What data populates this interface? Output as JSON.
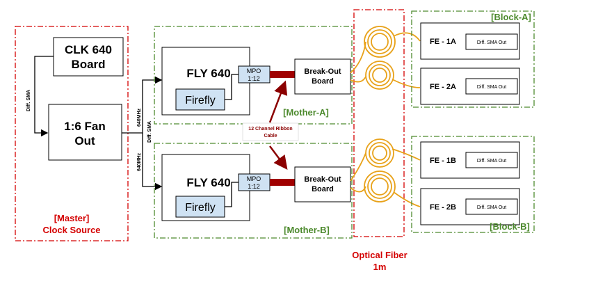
{
  "master": {
    "tag": "[Master]",
    "subtitle": "Clock Source"
  },
  "clk_board": {
    "line1": "CLK 640",
    "line2": "Board"
  },
  "fanout": {
    "line1": "1:6 Fan",
    "line2": "Out"
  },
  "labels": {
    "diff_sma": "Diff. SMA",
    "diff_sma_2": "Diff. SMA",
    "freq_top": "640MHz",
    "freq_bottom": "640MHz",
    "ribbon_line1": "12 Channel Ribbon",
    "ribbon_line2": "Cable",
    "fiber_line1": "Optical Fiber",
    "fiber_line2": "1m"
  },
  "mother_a": {
    "tag": "[Mother-A]",
    "fly": "FLY 640",
    "firefly": "Firefly",
    "mpo1": "MPO",
    "mpo2": "1:12",
    "bo1": "Break-Out",
    "bo2": "Board"
  },
  "mother_b": {
    "tag": "[Mother-B]",
    "fly": "FLY 640",
    "firefly": "Firefly",
    "mpo1": "MPO",
    "mpo2": "1:12",
    "bo1": "Break-Out",
    "bo2": "Board"
  },
  "block_a": {
    "tag": "[Block-A]",
    "fe1": "FE - 1A",
    "fe2": "FE - 2A",
    "sma1": "Diff. SMA Out",
    "sma2": "Diff. SMA Out"
  },
  "block_b": {
    "tag": "[Block-B]",
    "fe1": "FE - 1B",
    "fe2": "FE - 2B",
    "sma1": "Diff. SMA Out",
    "sma2": "Diff. SMA Out"
  },
  "colors": {
    "red": "#d40000",
    "green": "#4d8a2e",
    "fiber": "#e8a21a",
    "firefly": "#cfe2f3",
    "ribbon": "#8b0000"
  }
}
